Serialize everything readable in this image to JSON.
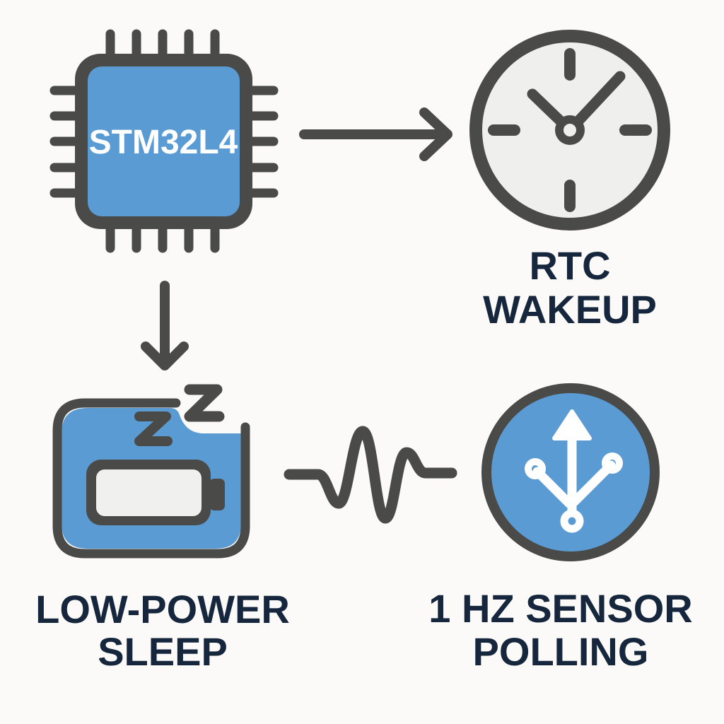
{
  "palette": {
    "background": "#fbfaf8",
    "outline_gray": "#4a4a49",
    "accent_blue": "#5b9bd4",
    "light_gray": "#efefee",
    "text_navy": "#16273d",
    "white": "#ffffff"
  },
  "nodes": {
    "chip": {
      "icon": "microcontroller-chip-icon",
      "label": "STM32L4"
    },
    "rtc": {
      "icon": "clock-icon",
      "caption_line1": "RTC",
      "caption_line2": "WAKEUP"
    },
    "sleep": {
      "icon": "sleeping-battery-icon",
      "caption_line1": "LOW-POWER",
      "caption_line2": "SLEEP"
    },
    "polling": {
      "icon": "usb-sensor-icon",
      "caption_line1": "1 HZ SENSOR",
      "caption_line2": "POLLING"
    }
  },
  "connectors": {
    "chip_to_rtc": "arrow-right",
    "chip_to_sleep": "arrow-down",
    "sleep_to_polling": "pulse-waveform"
  }
}
